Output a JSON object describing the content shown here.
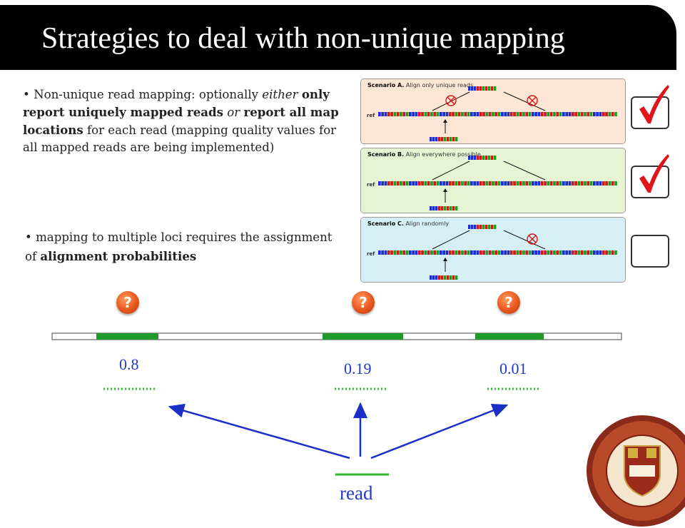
{
  "title": "Strategies to deal with non-unique mapping",
  "bullets": {
    "first": {
      "lead": "Non-unique read mapping: optionally",
      "either": "either",
      "opt1": "only report uniquely mapped reads",
      "or": "or",
      "opt2": "report all map locations",
      "tail": "for each read (mapping quality values for all mapped reads are being implemented)"
    },
    "second": {
      "lead": "mapping to multiple loci requires the assignment of",
      "bold": "alignment probabilities"
    }
  },
  "scenarios": [
    {
      "name": "Scenario A.",
      "desc": "Align only unique reads",
      "ref_label": "ref",
      "checked": true,
      "bg": "#fde6d6"
    },
    {
      "name": "Scenario B.",
      "desc": "Align everywhere possible",
      "ref_label": "ref",
      "checked": true,
      "bg": "#e6f4d4"
    },
    {
      "name": "Scenario C.",
      "desc": "Align randomly",
      "ref_label": "ref",
      "checked": false,
      "bg": "#d6eef6"
    }
  ],
  "diagram": {
    "question_icon": "?",
    "probabilities": [
      "0.8",
      "0.19",
      "0.01"
    ],
    "read_label": "read"
  },
  "colors": {
    "accent": "#2038c8",
    "green": "#1e9a2a",
    "check": "#e0151b"
  }
}
